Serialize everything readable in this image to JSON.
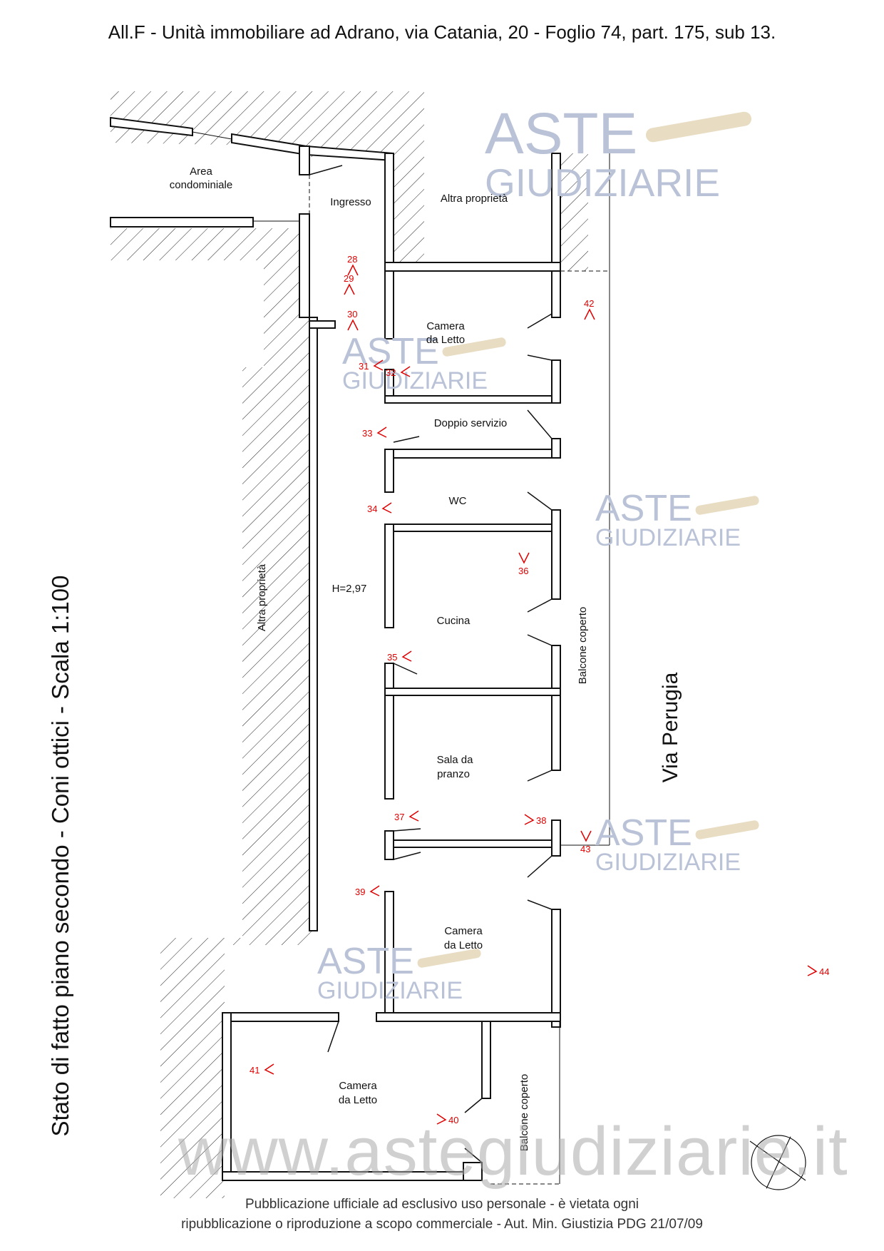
{
  "header": {
    "title": "All.F  - Unità immobiliare ad Adrano, via Catania, 20 - Foglio 74, part. 175, sub 13."
  },
  "side_title": "Stato di fatto piano secondo - Coni ottici - Scala 1:100",
  "rooms": {
    "area_condominiale": [
      "Area",
      "condominiale"
    ],
    "ingresso": "Ingresso",
    "altra_proprieta_top": "Altra proprietà",
    "altra_proprieta_left": "Altra proprietà",
    "camera_1": [
      "Camera",
      "da Letto"
    ],
    "doppio_servizio": "Doppio servizio",
    "wc": "WC",
    "cucina": "Cucina",
    "sala": [
      "Sala da",
      "pranzo"
    ],
    "camera_2": [
      "Camera",
      "da Letto"
    ],
    "camera_3": [
      "Camera",
      "da Letto"
    ],
    "height": "H=2,97",
    "balcone_1": "Balcone coperto",
    "balcone_2": "Balcone coperto",
    "street": "Via Perugia"
  },
  "viewpoints": [
    {
      "label": "28"
    },
    {
      "label": "29"
    },
    {
      "label": "30"
    },
    {
      "label": "31"
    },
    {
      "label": "32"
    },
    {
      "label": "33"
    },
    {
      "label": "34"
    },
    {
      "label": "35"
    },
    {
      "label": "36"
    },
    {
      "label": "37"
    },
    {
      "label": "38"
    },
    {
      "label": "39"
    },
    {
      "label": "40"
    },
    {
      "label": "41"
    },
    {
      "label": "42"
    },
    {
      "label": "43"
    },
    {
      "label": "44"
    }
  ],
  "watermark": {
    "logo_top": "ASTE",
    "logo_bottom": "GIUDIZIARIE",
    "url": "www.astegiudiziarie.it"
  },
  "footer": {
    "line1": "Pubblicazione ufficiale ad esclusivo uso personale - è vietata ogni",
    "line2": "ripubblicazione o riproduzione a scopo commerciale - Aut. Min. Giustizia PDG 21/07/09"
  },
  "colors": {
    "wall": "#111111",
    "viewpoint": "#e00000",
    "watermark": "#b9c2d6"
  }
}
